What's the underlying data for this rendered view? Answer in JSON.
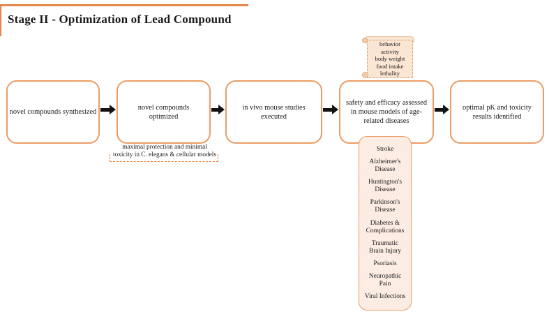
{
  "title": "Stage II - Optimization of Lead Compound",
  "colors": {
    "box_border_orange": "#ec9c64",
    "title_line_orange": "#e5854a",
    "dashed_note_orange": "#e8813a",
    "scroll_fill": "#fbe5d3",
    "disease_list_fill": "#fdf1ea",
    "arrow_black": "#121212"
  },
  "flow": {
    "boxes": [
      {
        "label": "novel compounds synthesized"
      },
      {
        "label": "novel compounds\noptimized"
      },
      {
        "label": "in vivo mouse studies\nexecuted"
      },
      {
        "label": "safety and efficacy assessed\nin mouse models of age-\nrelated diseases"
      },
      {
        "label": "optimal pK and toxicity\nresults identified"
      }
    ]
  },
  "scroll_note": {
    "lines": [
      "behavior",
      "activity",
      "body weight",
      "food intake",
      "lethality"
    ]
  },
  "optimization_note": {
    "text": "maximal protection and minimal\ntoxicity in C. elegans & cellular models"
  },
  "disease_list": {
    "items": [
      "Stroke",
      "Alzheimer's\nDisease",
      "Huntington's\nDisease",
      "Parkinson's\nDisease",
      "Diabetes &\nComplications",
      "Traumatic\nBrain Injury",
      "Psoriasis",
      "Neuropathic\nPain",
      "Viral Infections"
    ]
  }
}
